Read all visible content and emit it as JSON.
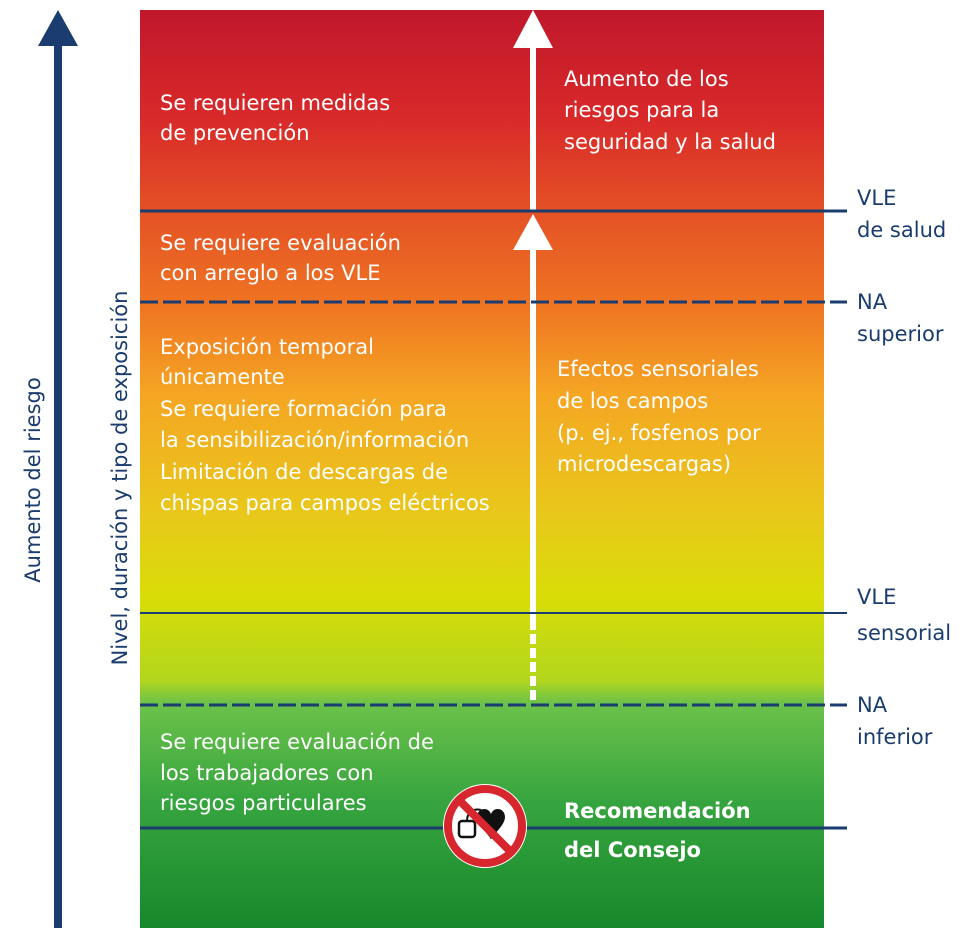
{
  "left_axis_label": "Aumento del riesgo",
  "inner_axis_label": "Nivel, duración y tipo de exposición",
  "zone_texts": {
    "top": [
      "Se requieren medidas",
      "de prevención"
    ],
    "evaluation": [
      "Se requiere evaluación",
      "con arreglo a los VLE"
    ],
    "middle": [
      "Exposición temporal",
      "únicamente",
      "Se requiere formación para",
      "la sensibilización/información",
      "Limitación de descargas de",
      "chispas para campos eléctricos"
    ],
    "bottom": [
      "Se requiere evaluación de",
      "los trabajadores con",
      "riesgos particulares"
    ]
  },
  "right_texts": {
    "top": [
      "Aumento de los",
      "riesgos para la",
      "seguridad y la salud"
    ],
    "middle": [
      "Efectos sensoriales",
      "de los campos",
      "(p. ej., fosfenos por",
      "microdescargas)"
    ]
  },
  "threshold_labels": {
    "vle_salud": [
      "VLE",
      "de salud"
    ],
    "na_superior": [
      "NA",
      "superior"
    ],
    "vle_sensorial": [
      "VLE",
      "sensorial"
    ],
    "na_inferior": [
      "NA",
      "inferior"
    ]
  },
  "recommendation": [
    "Recomendación",
    "del Consejo"
  ],
  "icon": "no-pacemaker-prohibition-icon",
  "colors": {
    "line": "#1a3c6e",
    "gradient": [
      "#c0172b",
      "#e0362a",
      "#ef6a22",
      "#f29d24",
      "#e4c81c",
      "#d4e007",
      "#aed81e",
      "#4fb848",
      "#2e9a3a",
      "#1c8a2e"
    ],
    "prohibition": "#d7262e"
  }
}
